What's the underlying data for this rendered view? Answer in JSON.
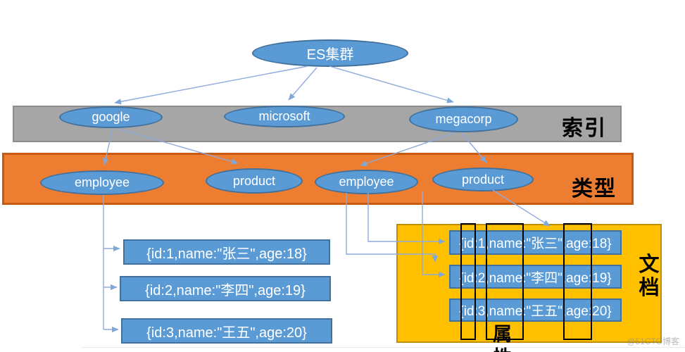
{
  "diagram": {
    "root_node": {
      "label": "ES集群"
    },
    "index_band": {
      "label": "索引",
      "nodes": [
        {
          "label": "google"
        },
        {
          "label": "microsoft"
        },
        {
          "label": "megacorp"
        }
      ]
    },
    "type_band": {
      "label": "类型",
      "nodes": [
        {
          "label": "employee"
        },
        {
          "label": "product"
        },
        {
          "label": "employee"
        },
        {
          "label": "product"
        }
      ]
    },
    "left_documents": [
      {
        "text": "{id:1,name:\"张三\",age:18}"
      },
      {
        "text": "{id:2,name:\"李四\",age:19}"
      },
      {
        "text": "{id:3,name:\"王五\",age:20}"
      }
    ],
    "document_box": {
      "label": "文档",
      "attribute_label": "属性",
      "documents": [
        {
          "text": "{id:1,name:\"张三\",age:18}"
        },
        {
          "text": "{id:2,name:\"李四\",age:19}"
        },
        {
          "text": "{id:3,name:\"王五\",age:20}"
        }
      ]
    },
    "watermark": "@51CTO博客"
  },
  "colors": {
    "node_fill": "#5B9BD5",
    "node_border": "#41719C",
    "index_band_fill": "#A6A6A6",
    "type_band_fill": "#ED7D31",
    "doc_box_fill": "#FFC000",
    "connector": "#8FAADC"
  }
}
